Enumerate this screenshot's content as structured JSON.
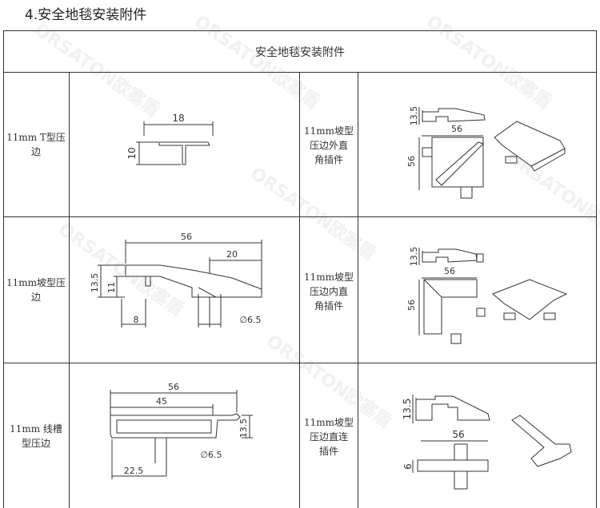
{
  "heading": "4.安全地毯安装附件",
  "table": {
    "title": "安全地毯安装附件",
    "rows": [
      {
        "left_label": "11mm T型压\n边",
        "right_label": "11mm坡型\n压边外直\n角插件",
        "left_dims": {
          "width": "18",
          "height": "10"
        },
        "right_dims": {
          "height": "13.5",
          "width": "56",
          "side": "56"
        }
      },
      {
        "left_label": "11mm坡型压\n边",
        "right_label": "11mm坡型\n压边内直\n角插件",
        "left_dims": {
          "width": "56",
          "top": "20",
          "h1": "13.5",
          "h2": "11",
          "bottom": "8",
          "hole": "∅6.5"
        },
        "right_dims": {
          "height": "13.5",
          "width": "56",
          "side": "56"
        }
      },
      {
        "left_label": "11mm 线槽\n型压边",
        "right_label": "11mm坡型\n压边直连\n插件",
        "left_dims": {
          "outer": "56",
          "inner": "45",
          "height": "13.5",
          "hole": "∅6.5",
          "bottom": "22.5"
        },
        "right_dims": {
          "height": "13.5",
          "width": "56",
          "thick": "6"
        }
      }
    ]
  },
  "watermark": "ORSATON欧塞盾"
}
